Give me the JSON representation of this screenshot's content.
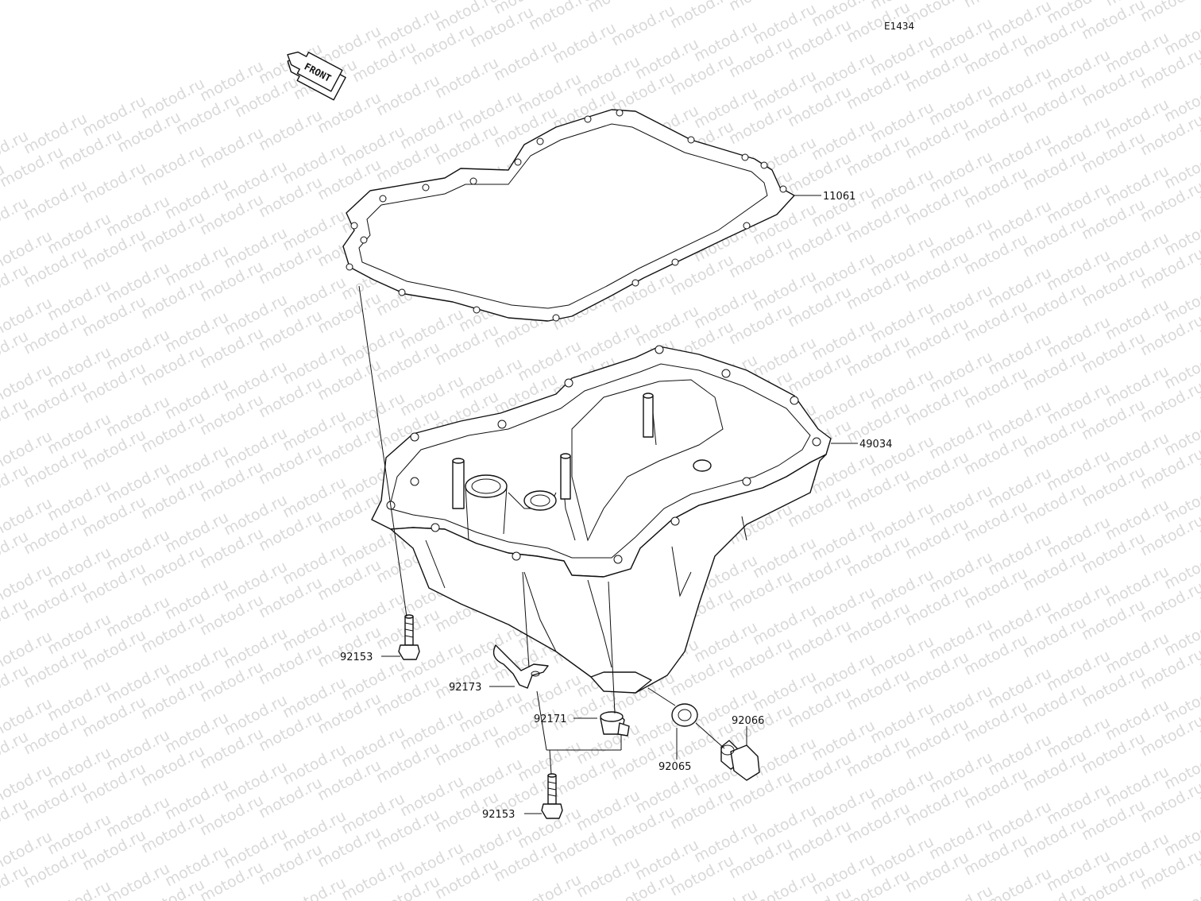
{
  "diagram_code": "E1434",
  "front_arrow_label": "FRONT",
  "watermark_text": "motod.ru",
  "parts": {
    "gasket": "11061",
    "oil_pan": "49034",
    "bolt_upper": "92153",
    "clamp": "92173",
    "collar": "92171",
    "bolt_lower": "92153",
    "washer": "92065",
    "drain_plug": "92066"
  },
  "colors": {
    "line": "#111111",
    "watermark": "#d9d9d9",
    "background": "#ffffff"
  }
}
